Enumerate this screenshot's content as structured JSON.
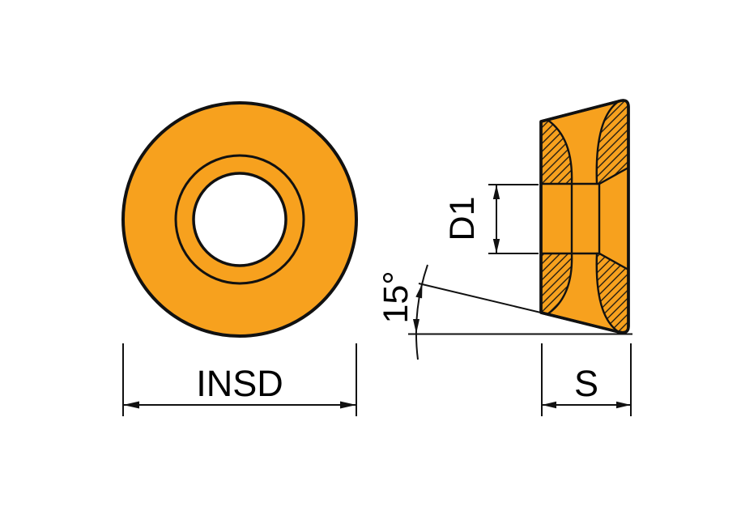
{
  "colors": {
    "background": "#ffffff",
    "insert_fill": "#F7A11E",
    "hole_fill": "#ffffff",
    "ink": "#111111"
  },
  "labels": {
    "front_diameter": "INSD",
    "hole_diameter": "D1",
    "clearance_angle": "15°",
    "thickness": "S"
  }
}
